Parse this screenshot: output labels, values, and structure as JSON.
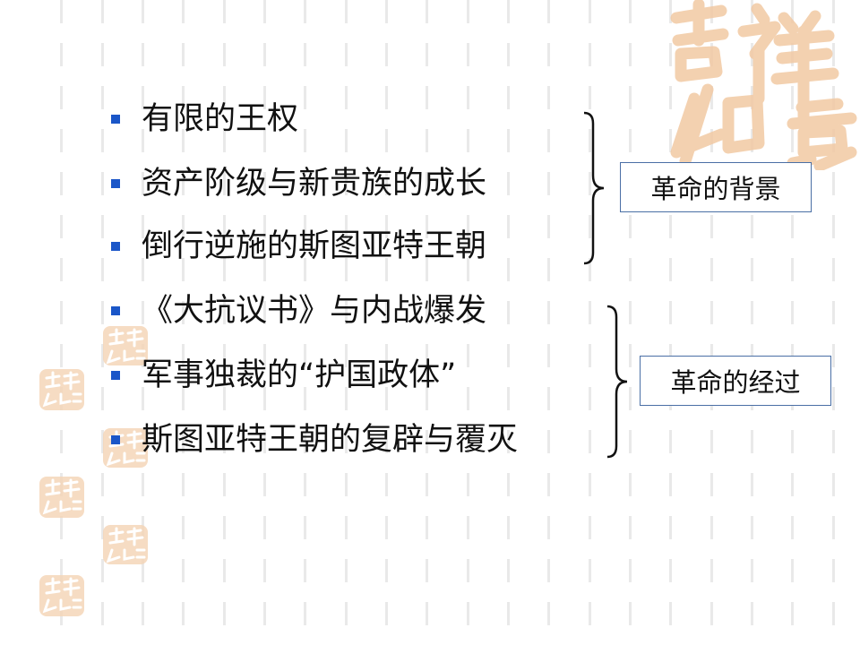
{
  "bullets": [
    {
      "text": "有限的王权"
    },
    {
      "text": "资产阶级与新贵族的成长"
    },
    {
      "text": "倒行逆施的斯图亚特王朝"
    },
    {
      "text": "《大抗议书》与内战爆发"
    },
    {
      "text": "军事独裁的“护国政体”"
    },
    {
      "text": "斯图亚特王朝的复辟与覆灭"
    }
  ],
  "groups": [
    {
      "label": "革命的背景"
    },
    {
      "label": "革命的经过"
    }
  ],
  "decoration": {
    "seal_text": "吉祥如意",
    "seal_color": "#f2c9a3",
    "accent_color": "#1a56c8"
  }
}
